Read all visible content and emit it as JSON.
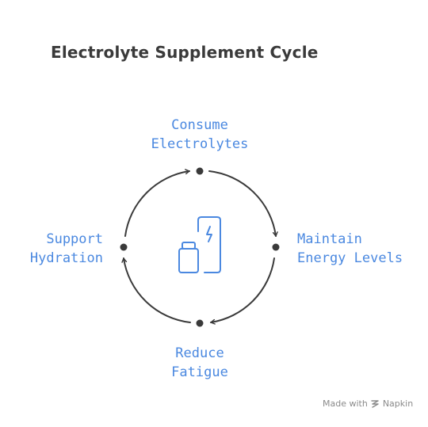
{
  "title": "Electrolyte Supplement Cycle",
  "nodes": {
    "top": [
      "Consume",
      "Electrolytes"
    ],
    "right": [
      "Maintain",
      "Energy Levels"
    ],
    "bottom": [
      "Reduce",
      "Fatigue"
    ],
    "left": [
      "Support",
      "Hydration"
    ]
  },
  "watermark": {
    "prefix": "Made with",
    "brand": "Napkin"
  },
  "colors": {
    "accent": "#4a88e0",
    "stroke": "#3a3a3a",
    "title": "#3a3a3a"
  },
  "center_icon": "electrolyte-bottles-icon"
}
